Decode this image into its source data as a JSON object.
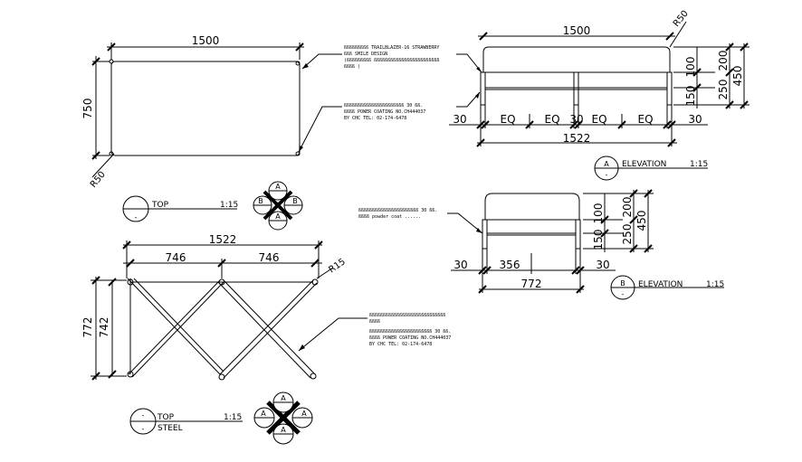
{
  "dims": {
    "top_length": "1500",
    "top_width": "750",
    "top_radius": "R50",
    "elevA_length": "1500",
    "elevA_radius": "R50",
    "elevA_d100": "100",
    "elevA_d150": "150",
    "elevA_d200": "200",
    "elevA_d250": "250",
    "elevA_d450": "450",
    "elevA_bottom": [
      "30",
      "EQ",
      "EQ",
      "30",
      "EQ",
      "EQ",
      "30"
    ],
    "elevA_total": "1522",
    "elevB_d100": "100",
    "elevB_d150": "150",
    "elevB_d200": "200",
    "elevB_d250": "250",
    "elevB_d450": "450",
    "elevB_30l": "30",
    "elevB_356": "356",
    "elevB_30r": "30",
    "elevB_total": "772",
    "steel_total": "1522",
    "steel_746a": "746",
    "steel_746b": "746",
    "steel_radius": "R15",
    "steel_772": "772",
    "steel_742": "742"
  },
  "notes": {
    "top_note_1": "ßßßßßßßßß TRAILBLAZER-16 STRAWBERRY",
    "top_note_2": "ßßß SMILE DESIGN",
    "top_note_3": "(ßßßßßßßßß ßßßßßßßßßßßßßßßßßßßßßßßß",
    "top_note_4": "ßßßß )",
    "leg_note_1": "ßßßßßßßßßßßßßßßßßßßßßß 30 ßß.",
    "leg_note_2": "ßßßß POWER COATING NO.CH444037",
    "leg_note_3": "BY CHC TEL: 02-174-6478",
    "elevB_note_1": "ßßßßßßßßßßßßßßßßßßßßßß 30 ßß.",
    "elevB_note_2": "ßßßß powder coat ......",
    "steel_note_1": "ßßßßßßßßßßßßßßßßßßßßßßßßßßßß",
    "steel_note_2": "ßßßß",
    "steel_note_3": "ßßßßßßßßßßßßßßßßßßßßßßß 30 ßß.",
    "steel_note_4": "ßßßß POWER COATING NO.CH444037",
    "steel_note_5": "BY CHC TEL: 02-174-6478"
  },
  "titles": {
    "top_label": "TOP",
    "top_scale": "1:15",
    "elevA_letter": "A",
    "elevA_label": "ELEVATION",
    "elevA_scale": "1:15",
    "elevB_letter": "B",
    "elevB_label": "ELEVATION",
    "elevB_scale": "1:15",
    "steel_label1": "TOP",
    "steel_label2": "STEEL",
    "steel_scale": "1:15",
    "bubble_dash": "-"
  },
  "keyplan": {
    "top_letters": [
      "A",
      "B",
      "B",
      "A"
    ],
    "steel_letters": [
      "A",
      "A",
      "A",
      "A"
    ]
  }
}
